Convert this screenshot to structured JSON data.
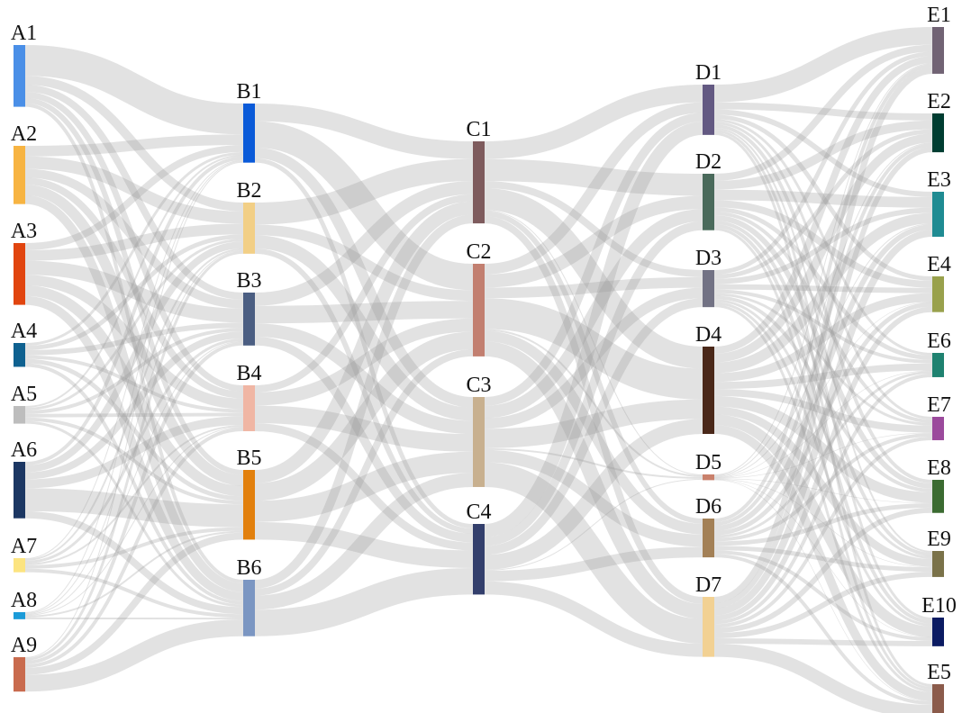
{
  "chart_data": {
    "type": "sankey",
    "title": "",
    "columns": [
      {
        "nodes": [
          {
            "id": "A1",
            "label": "A1",
            "color": "#4a8fe7"
          },
          {
            "id": "A2",
            "label": "A2",
            "color": "#f7b442"
          },
          {
            "id": "A3",
            "label": "A3",
            "color": "#e1450f"
          },
          {
            "id": "A4",
            "label": "A4",
            "color": "#0f6190"
          },
          {
            "id": "A5",
            "label": "A5",
            "color": "#bdbdbd"
          },
          {
            "id": "A6",
            "label": "A6",
            "color": "#1c3763"
          },
          {
            "id": "A7",
            "label": "A7",
            "color": "#fce480"
          },
          {
            "id": "A8",
            "label": "A8",
            "color": "#1b9bd8"
          },
          {
            "id": "A9",
            "label": "A9",
            "color": "#c96b4e"
          }
        ]
      },
      {
        "nodes": [
          {
            "id": "B1",
            "label": "B1",
            "color": "#0a5ad8"
          },
          {
            "id": "B2",
            "label": "B2",
            "color": "#f2cf86"
          },
          {
            "id": "B3",
            "label": "B3",
            "color": "#4b5e82"
          },
          {
            "id": "B4",
            "label": "B4",
            "color": "#f0b6a4"
          },
          {
            "id": "B5",
            "label": "B5",
            "color": "#e2800d"
          },
          {
            "id": "B6",
            "label": "B6",
            "color": "#7b96c2"
          }
        ]
      },
      {
        "nodes": [
          {
            "id": "C1",
            "label": "C1",
            "color": "#7e5b5d"
          },
          {
            "id": "C2",
            "label": "C2",
            "color": "#c27f70"
          },
          {
            "id": "C3",
            "label": "C3",
            "color": "#c8b08f"
          },
          {
            "id": "C4",
            "label": "C4",
            "color": "#333f6c"
          }
        ]
      },
      {
        "nodes": [
          {
            "id": "D1",
            "label": "D1",
            "color": "#635982"
          },
          {
            "id": "D2",
            "label": "D2",
            "color": "#4a6a5b"
          },
          {
            "id": "D3",
            "label": "D3",
            "color": "#727284"
          },
          {
            "id": "D4",
            "label": "D4",
            "color": "#4a2819"
          },
          {
            "id": "D5",
            "label": "D5",
            "color": "#c9806b"
          },
          {
            "id": "D6",
            "label": "D6",
            "color": "#a38056"
          },
          {
            "id": "D7",
            "label": "D7",
            "color": "#f2d193"
          }
        ]
      },
      {
        "nodes": [
          {
            "id": "E1",
            "label": "E1",
            "color": "#716374"
          },
          {
            "id": "E2",
            "label": "E2",
            "color": "#003d31"
          },
          {
            "id": "E3",
            "label": "E3",
            "color": "#1f8b92"
          },
          {
            "id": "E4",
            "label": "E4",
            "color": "#99a14c"
          },
          {
            "id": "E6",
            "label": "E6",
            "color": "#1f8270"
          },
          {
            "id": "E7",
            "label": "E7",
            "color": "#9b4a9c"
          },
          {
            "id": "E8",
            "label": "E8",
            "color": "#3b6b31"
          },
          {
            "id": "E9",
            "label": "E9",
            "color": "#7a7249"
          },
          {
            "id": "E10",
            "label": "E10",
            "color": "#0b1b62"
          },
          {
            "id": "E5",
            "label": "E5",
            "color": "#8b5b4b"
          }
        ]
      }
    ],
    "flows": [
      [
        [
          35,
          10,
          8,
          7,
          6,
          4
        ],
        [
          12,
          14,
          10,
          8,
          12,
          10
        ],
        [
          8,
          12,
          16,
          12,
          12,
          10
        ],
        [
          3,
          5,
          6,
          4,
          5,
          4
        ],
        [
          2,
          3,
          4,
          4,
          4,
          3
        ],
        [
          4,
          8,
          8,
          10,
          26,
          8
        ],
        [
          1,
          2,
          3,
          2,
          4,
          4
        ],
        [
          1,
          1,
          1,
          1,
          2,
          2
        ],
        [
          1,
          3,
          4,
          4,
          8,
          19
        ]
      ],
      [
        [
          20,
          30,
          12,
          5
        ],
        [
          25,
          12,
          15,
          6
        ],
        [
          15,
          20,
          15,
          10
        ],
        [
          8,
          15,
          20,
          9
        ],
        [
          15,
          20,
          24,
          20
        ],
        [
          10,
          8,
          16,
          30
        ]
      ],
      [
        [
          20,
          25,
          8,
          25,
          1,
          6,
          8
        ],
        [
          12,
          15,
          12,
          35,
          2,
          12,
          17
        ],
        [
          10,
          14,
          12,
          22,
          2,
          14,
          28
        ],
        [
          15,
          10,
          10,
          17,
          1,
          12,
          15
        ]
      ],
      [
        [
          20,
          8,
          6,
          5,
          3,
          3,
          4,
          2,
          3,
          3
        ],
        [
          8,
          10,
          12,
          8,
          5,
          4,
          6,
          4,
          4,
          3
        ],
        [
          5,
          5,
          6,
          6,
          4,
          3,
          4,
          3,
          3,
          3
        ],
        [
          8,
          10,
          12,
          10,
          8,
          8,
          12,
          9,
          12,
          10
        ],
        [
          1,
          1,
          1,
          0.5,
          0.5,
          0.5,
          0.5,
          0.5,
          0.5,
          0.5
        ],
        [
          4,
          4,
          6,
          5,
          3,
          4,
          5,
          5,
          4,
          4
        ],
        [
          7,
          6,
          8,
          6,
          4,
          4,
          6,
          6,
          6,
          15
        ]
      ]
    ],
    "link_color": "#969696"
  }
}
